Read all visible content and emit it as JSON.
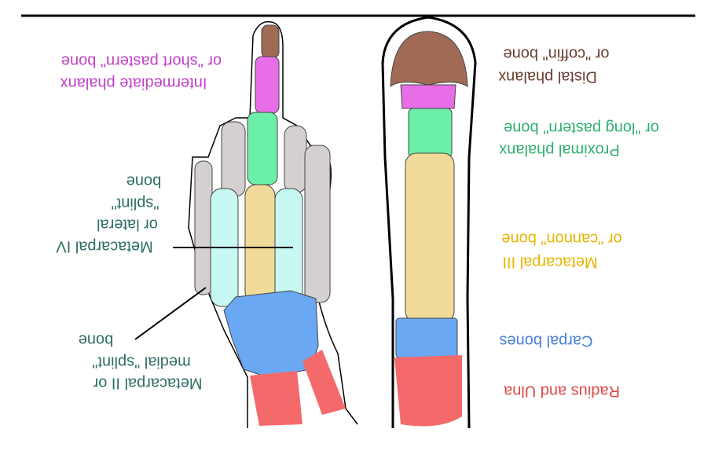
{
  "colors": {
    "distal": "#a06a55",
    "intermediate": "#e86ee8",
    "proximal": "#6cf0a8",
    "metacarpal3": "#f0dc98",
    "splint": "#c8f8f4",
    "carpal": "#6aa8f4",
    "radius": "#f46a6a",
    "grey": "#d4d0d0",
    "teal_text": "#2e6e66",
    "magenta_text": "#c040c8",
    "brown_text": "#6a3e30",
    "green_text": "#30b070",
    "yellow_text": "#e8b400",
    "blue_text": "#4a80d8",
    "red_text": "#e04848"
  },
  "labels": {
    "intermediate": [
      "Intermediate phalanx",
      "or \"short pastern\" bone"
    ],
    "metacarpal4": [
      "Metacarpal IV",
      "or lateral",
      "\"splint\"",
      "bone"
    ],
    "metacarpal2": [
      "Metacarpal II or",
      "medial \"splint\"",
      "bone"
    ],
    "distal": [
      "Distal phalanx",
      "or \"coffin\" bone"
    ],
    "proximal": [
      "Proximal phalanx",
      "or \"long pastern\" bone"
    ],
    "metacarpal3": [
      "Metacarpal III",
      "or \"cannon\" bone"
    ],
    "carpal": [
      "Carpal bones"
    ],
    "radius": [
      "Radius and Ulna"
    ]
  }
}
